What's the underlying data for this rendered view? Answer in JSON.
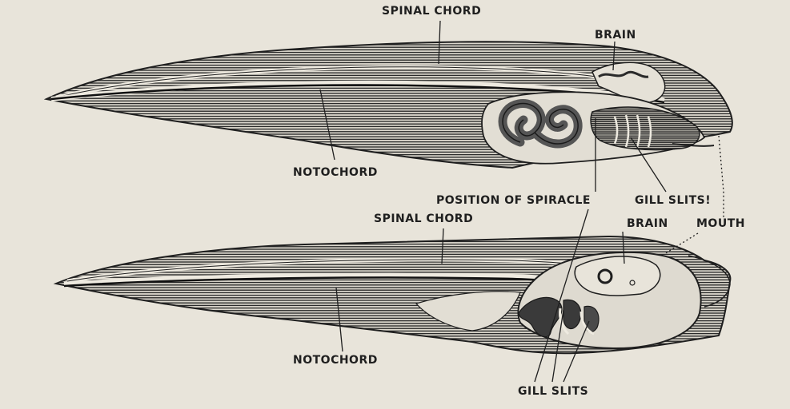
{
  "labels": {
    "top_spinal_chord": "SPINAL CHORD",
    "top_brain": "BRAIN",
    "top_notochord": "NOTOCHORD",
    "position_of_spiracle": "POSITION OF SPIRACLE",
    "top_gill_slits": "GILL SLITS!",
    "mouth": "MOUTH",
    "bottom_spinal_chord": "SPINAL CHORD",
    "bottom_brain": "BRAIN",
    "bottom_notochord": "NOTOCHORD",
    "bottom_gill_slits": "GILL SLITS"
  },
  "colors": {
    "paper": "#e8e4da",
    "ink": "#1f1f1f",
    "body_fill": "#6b6b6b",
    "cavity": "#d9d5cb"
  }
}
